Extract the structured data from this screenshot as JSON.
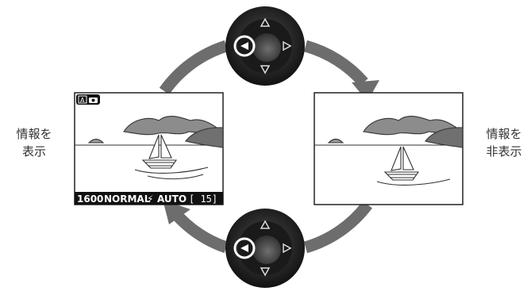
{
  "labels": {
    "left": {
      "line1": "情報を",
      "line2": "表示"
    },
    "right": {
      "line1": "情報を",
      "line2": "非表示"
    }
  },
  "screen_with_info": {
    "mode_badge": "A",
    "osd_image_size": "1600",
    "osd_quality": "NORMAL",
    "osd_flash_symbol": "⚡",
    "osd_flash_mode": "AUTO",
    "osd_frames": "[  15]"
  },
  "screen_without_info": {},
  "multi_selector": {
    "highlighted": "left",
    "arrows": [
      "up",
      "down",
      "left",
      "right"
    ]
  },
  "colors": {
    "cycle_arrow": "#6d6d6d",
    "dial_body": "#1f1f1f",
    "osd_bar": "#111111",
    "highlight_ring": "#ffffff"
  }
}
